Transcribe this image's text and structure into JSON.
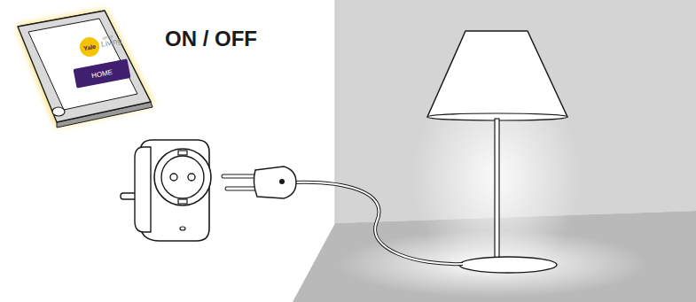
{
  "diagram": {
    "nodes": [
      {
        "text": [
          "Yale"
        ]
      },
      {
        "text": [
          "HOME"
        ]
      }
    ],
    "labels": [
      "ON / OFF",
      "smart",
      "Living"
    ]
  }
}
